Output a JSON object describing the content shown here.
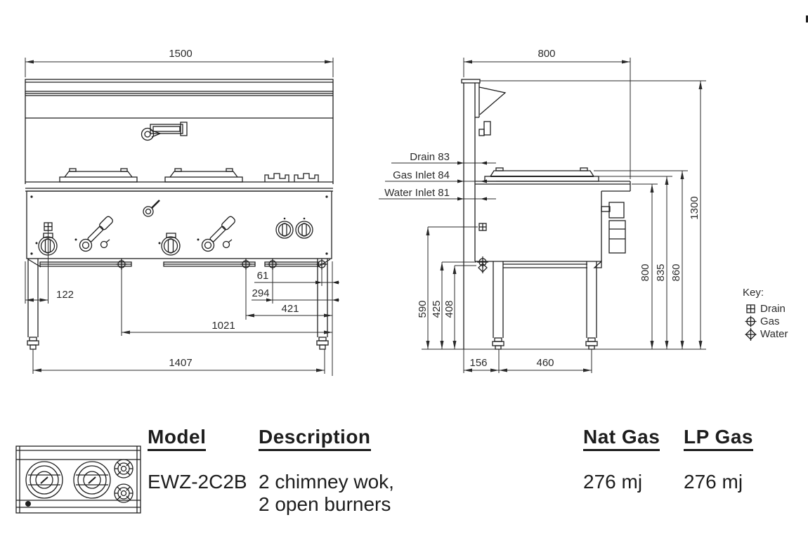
{
  "drawing": {
    "front_view": {
      "dim_width": "1500",
      "dim_left_offset": "122",
      "dim_61": "61",
      "dim_294": "294",
      "dim_421": "421",
      "dim_1021": "1021",
      "dim_leg_span": "1407"
    },
    "side_view": {
      "dim_depth": "800",
      "dim_overall_height": "1300",
      "label_drain": "Drain 83",
      "label_gas_inlet": "Gas Inlet 84",
      "label_water_inlet": "Water Inlet 81",
      "dim_590": "590",
      "dim_425": "425",
      "dim_408": "408",
      "dim_800": "800",
      "dim_835": "835",
      "dim_860": "860",
      "dim_156": "156",
      "dim_460": "460"
    },
    "key": {
      "title": "Key:",
      "drain_label": "Drain",
      "gas_label": "Gas",
      "water_label": "Water"
    }
  },
  "spec_table": {
    "headers": {
      "model": "Model",
      "description": "Description",
      "nat_gas": "Nat Gas",
      "lp_gas": "LP Gas"
    },
    "row": {
      "model": "EWZ-2C2B",
      "description_line1": "2 chimney wok,",
      "description_line2": "2 open burners",
      "nat_gas": "276 mj",
      "lp_gas": "276 mj"
    }
  }
}
